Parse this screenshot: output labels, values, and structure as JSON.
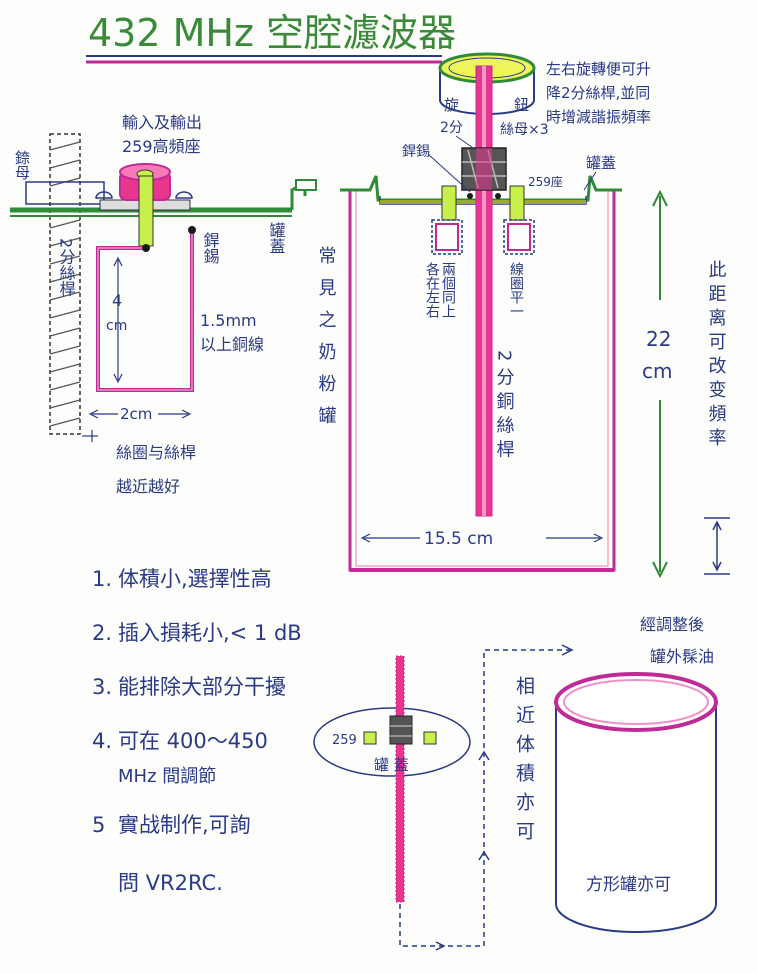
{
  "title": {
    "text": "432 MHz 空腔濾波器"
  },
  "colors": {
    "ink": "#2a3a86",
    "pink": "#e8358e",
    "magenta": "#c02a96",
    "green": "#2f8a3a",
    "lime": "#c8f04a",
    "yellow_fill": "#eef55a",
    "olive": "#9aab2c"
  },
  "labels": {
    "nut_top": "錼母",
    "rod_left": "2分絲桿",
    "io_connector_1": "輸入及輸出",
    "io_connector_2": "259高頻座",
    "solder_left": "銲錫",
    "lid_left": "罐蓋",
    "loop_height": "4",
    "loop_height_unit": "cm",
    "wire_spec_1": "1.5mm",
    "wire_spec_2": "以上銅線",
    "loop_width": "2cm",
    "spacing_note_1": "絲圈与絲桿",
    "spacing_note_2": "越近越好",
    "can_label": "常見之奶粉罐",
    "knob_chars": [
      "旋",
      "鈕"
    ],
    "adjust_note_1": "左右旋轉便可升",
    "adjust_note_2": "降2分絲桿,並同",
    "adjust_note_3": "時增減諧振頻率",
    "solder_top": "銲錫",
    "rod_size_top": "2分",
    "nuts_x3": "絲母×3",
    "connector_259": "259座",
    "lid_top": "罐蓋",
    "loop_side_left": "兩個同上",
    "loop_side_left_2": "各在左右",
    "loop_side_right": "線圈平一",
    "copper_rod": "2分銅絲桿",
    "height_value": "22",
    "height_unit": "cm",
    "freq_note": "此距离可改变頻率",
    "width_value": "15.5 cm",
    "warm_oil": "經調整後",
    "warm_oil_2": "罐外髹油",
    "similar_volume": "相近体積亦可",
    "square_can": "方形罐亦可",
    "mini_259": "259",
    "mini_lid": "罐 蓋"
  },
  "features": [
    {
      "num": "1.",
      "text": "体積小,選擇性高"
    },
    {
      "num": "2.",
      "text": "插入損耗小,< 1 dB"
    },
    {
      "num": "3.",
      "text": "能排除大部分干擾"
    },
    {
      "num": "4.",
      "text": "可在 400～450"
    },
    {
      "num": "",
      "text": "MHz 間調節"
    },
    {
      "num": "5",
      "text": "實战制作,可詢"
    },
    {
      "num": "",
      "text": "問 VR2RC."
    }
  ]
}
